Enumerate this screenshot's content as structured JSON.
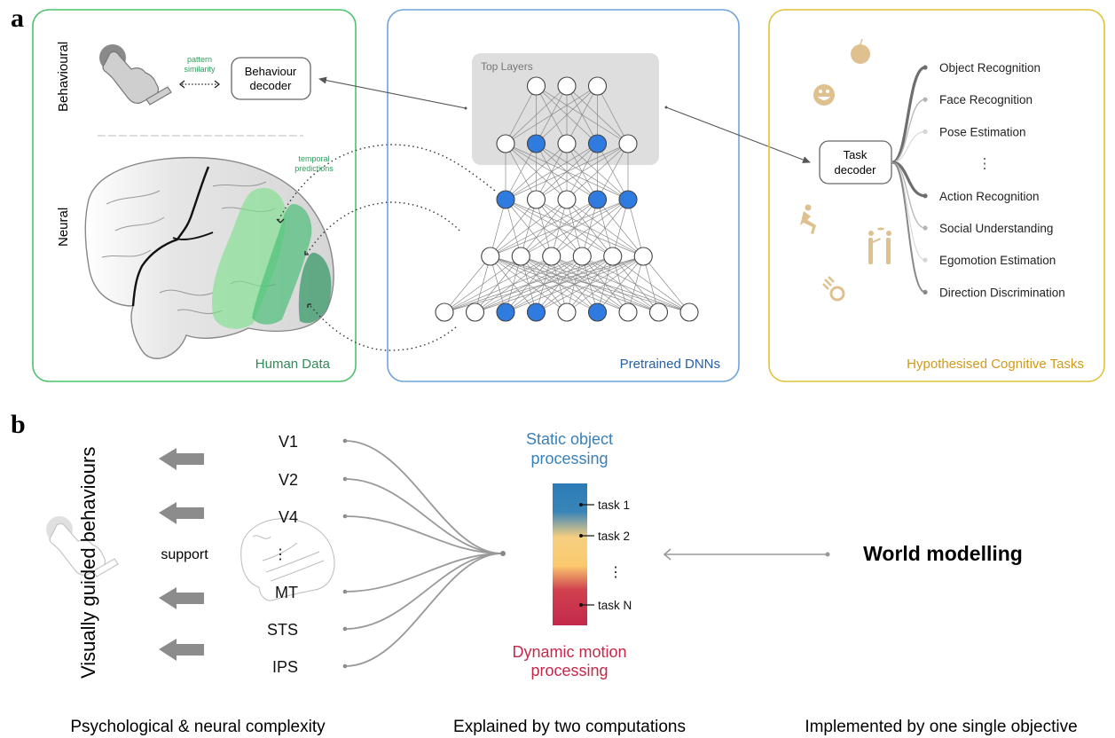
{
  "panel_a": {
    "letter": "a",
    "human_data": {
      "title": "Human Data",
      "behavioural_label": "Behavioural",
      "neural_label": "Neural",
      "pattern_similarity": [
        "pattern",
        "similarity"
      ],
      "behaviour_decoder": [
        "Behaviour",
        "decoder"
      ],
      "temporal_predictions": [
        "temporal",
        "predictions"
      ],
      "color": "#4cc26a",
      "title_color": "#2e8b57"
    },
    "dnn": {
      "title": "Pretrained DNNs",
      "top_layers_label": "Top Layers",
      "color": "#6fa3dc",
      "title_color": "#2660a8",
      "layers": [
        {
          "nodes": [
            0,
            0,
            0
          ]
        },
        {
          "nodes": [
            0,
            1,
            0,
            1,
            0
          ]
        },
        {
          "nodes": [
            1,
            0,
            0,
            1,
            1
          ]
        },
        {
          "nodes": [
            0,
            0,
            0,
            0,
            0,
            0
          ]
        },
        {
          "nodes": [
            0,
            0,
            1,
            1,
            0,
            1,
            0,
            0,
            0
          ]
        }
      ],
      "active_color": "#2f7be0"
    },
    "tasks": {
      "title": "Hypothesised Cognitive Tasks",
      "color": "#e0c23a",
      "title_color": "#d09a1a",
      "decoder": [
        "Task",
        "decoder"
      ],
      "icon_color": "#dfc08f",
      "icons": [
        "apple-icon",
        "smiley-face-icon",
        "jumping-person-icon",
        "two-people-talking-icon",
        "moving-ball-icon"
      ],
      "items": [
        {
          "label": "Object Recognition",
          "weight": "strong"
        },
        {
          "label": "Face Recognition",
          "weight": "light"
        },
        {
          "label": "Pose Estimation",
          "weight": "faint"
        },
        {
          "label": "⋮",
          "weight": "none"
        },
        {
          "label": "Action Recognition",
          "weight": "strong"
        },
        {
          "label": "Social Understanding",
          "weight": "light"
        },
        {
          "label": "Egomotion Estimation",
          "weight": "faint"
        },
        {
          "label": "Direction Discrimination",
          "weight": "medium"
        }
      ]
    }
  },
  "panel_b": {
    "letter": "b",
    "vertical_label": "Visually guided behaviours",
    "support_label": "support",
    "regions": [
      "V1",
      "V2",
      "V4",
      "⋮",
      "MT",
      "STS",
      "IPS"
    ],
    "static_label": [
      "Static object",
      "processing"
    ],
    "dynamic_label": [
      "Dynamic motion",
      "processing"
    ],
    "static_color": "#3a80b8",
    "dynamic_color": "#c4284a",
    "gradient_stops": [
      "#2c7bb6",
      "#3d86b6",
      "#fdd17a",
      "#f9c86e",
      "#c4284a",
      "#c4284a"
    ],
    "task_markers": [
      "task 1",
      "task 2",
      "⋮",
      "task N"
    ],
    "world_modelling": "World modelling",
    "captions": [
      "Psychological & neural complexity",
      "Explained by two computations",
      "Implemented by one single objective"
    ]
  }
}
